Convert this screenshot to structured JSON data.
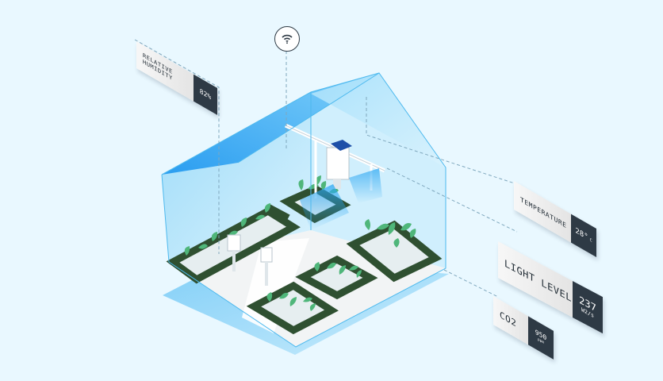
{
  "sensors": {
    "humidity": {
      "label": "RELATIVE\nHUMIDITY",
      "value": "82%",
      "unit": ""
    },
    "temperature": {
      "label": "TEMPERATURE",
      "value": "28°",
      "unit": "C"
    },
    "light": {
      "label": "LIGHT LEVEL",
      "value": "237",
      "unit": "W2/s"
    },
    "co2": {
      "label": "CO2",
      "value": "950",
      "unit": "ppm"
    }
  },
  "icons": {
    "wireless": "wifi-icon",
    "panel": "solar-panel-icon",
    "plant": "plant-icon"
  },
  "colors": {
    "background": "#e9f8ff",
    "glass": "#8fd6f7",
    "roof": "#3aa7ef",
    "bed": "#2f5031",
    "leaf": "#4fb67a",
    "card_dark": "#2e3a45",
    "mist": "#4db9f4"
  }
}
